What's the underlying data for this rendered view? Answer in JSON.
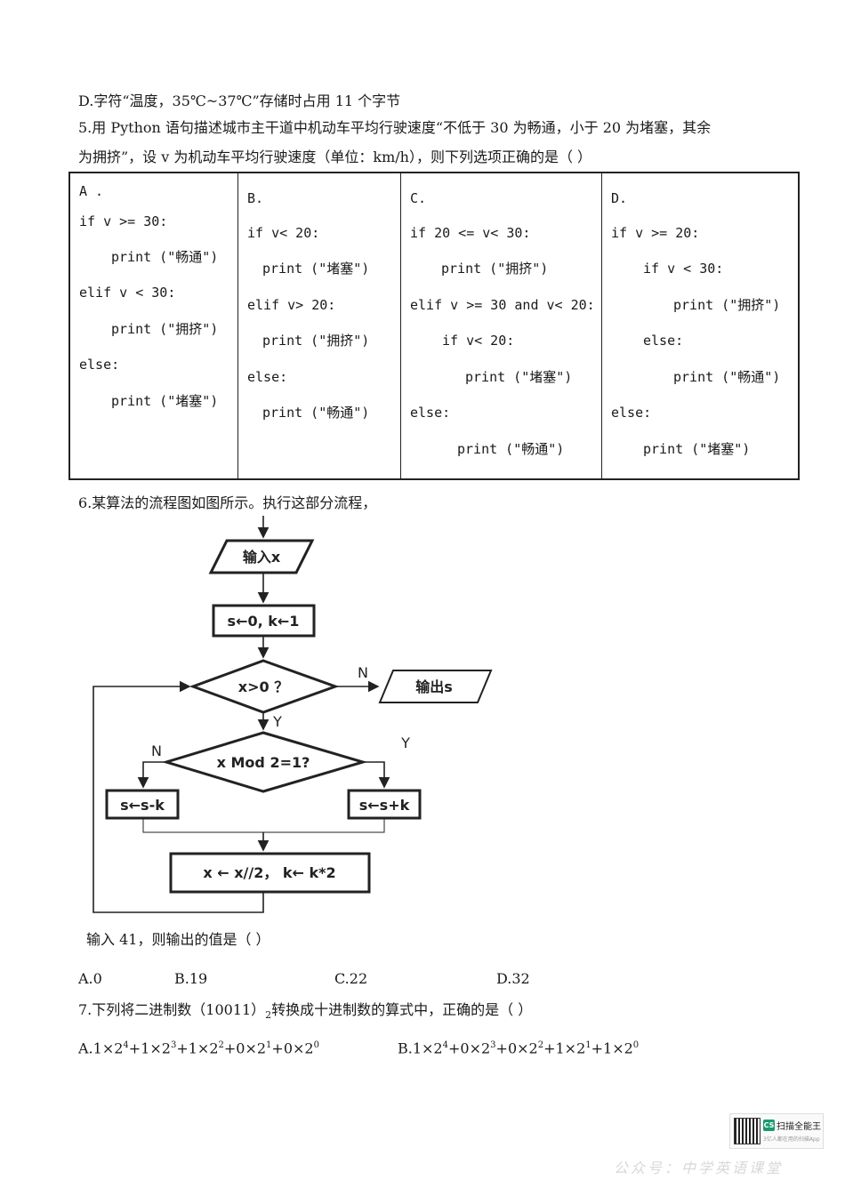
{
  "q4": {
    "option_d": "D.字符“温度，35℃~37℃”存储时占用 11 个字节"
  },
  "q5": {
    "line1": "5.用 Python 语句描述城市主干道中机动车平均行驶速度“不低于 30 为畅通，小于 20 为堵塞，其余",
    "line2": "为拥挤”，设 v 为机动车平均行驶速度（单位：km/h），则下列选项正确的是（    ）",
    "options": {
      "a": [
        "A .",
        "if v >= 30:",
        "print (\"畅通\")",
        "elif v < 30:",
        "print (\"拥挤\")",
        "else:",
        "print (\"堵塞\")"
      ],
      "b": [
        "B.",
        "if v< 20:",
        "print (\"堵塞\")",
        "elif v> 20:",
        "print (\"拥挤\")",
        "else:",
        "print (\"畅通\")"
      ],
      "c": [
        "C.",
        "if 20 <= v< 30:",
        "print (\"拥挤\")",
        "elif v >= 30 and v< 20:",
        "if v< 20:",
        "print (\"堵塞\")",
        "else:",
        "print (\"畅通\")"
      ],
      "d": [
        "D.",
        "if v >= 20:",
        "if v < 30:",
        "print (\"拥挤\")",
        "else:",
        "print (\"畅通\")",
        "else:",
        "print (\"堵塞\")"
      ]
    }
  },
  "q6": {
    "stem": "6.某算法的流程图如图所示。执行这部分流程，",
    "flow": {
      "input": "输入x",
      "init": "s←0, k←1",
      "cond1": "x>0 ？",
      "no": "N",
      "yes": "Y",
      "output": "输出s",
      "cond2": "x Mod 2=1?",
      "left_n": "N",
      "right_y": "Y",
      "sub": "s←s-k",
      "add": "s←s+k",
      "update": "x ← x//2， k← k*2"
    },
    "tail": "输入 41，则输出的值是（      ）",
    "choices": [
      "A.0",
      "B.19",
      "C.22",
      "D.32"
    ]
  },
  "q7": {
    "stem_a": "7.下列将二进制数（10011）",
    "stem_sub": "2",
    "stem_b": "转换成十进制数的算式中，正确的是（    ）",
    "a": [
      [
        "A.1×2",
        "4"
      ],
      [
        "+1×2",
        "3"
      ],
      [
        "+1×2",
        "2"
      ],
      [
        "+0×2",
        "1"
      ],
      [
        "+0×2",
        "0"
      ]
    ],
    "b": [
      [
        "B.1×2",
        "4"
      ],
      [
        "+0×2",
        "3"
      ],
      [
        "+0×2",
        "2"
      ],
      [
        "+1×2",
        "1"
      ],
      [
        "+1×2",
        "0"
      ]
    ]
  },
  "badge": {
    "logo": "CS",
    "title": "扫描全能王",
    "subtitle": "3亿人都在用的扫描App"
  },
  "watermark": "公众号：中学英语课堂"
}
